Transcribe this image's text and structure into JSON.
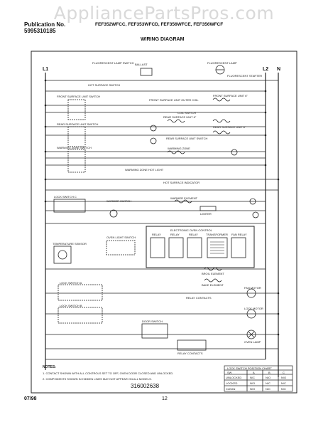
{
  "watermark": "AppliancePartsPros.com",
  "header": {
    "pub_label": "Publication No.",
    "pub_number": "5995310185",
    "models": "FEF352WFCC, FEF353WFCD, FEF356WFCE, FEF356WFCF",
    "title": "WIRING DIAGRAM"
  },
  "rails": {
    "l1": "L1",
    "l2": "L2",
    "n": "N"
  },
  "labels": {
    "fluor_lamp": "FLUORESCENT LAMP SWITCH",
    "ballast": "BALLAST",
    "fluor_starter": "FLUORESCENT LAMP",
    "fluor_tube": "FLUORESCENT STARTER",
    "hot_surface_switch": "HOT SURFACE SWITCH",
    "front_left_switch": "FRONT SURFACE UNIT SWITCH",
    "front_outer_coil": "FRONT SURFACE UNIT OUTER COIL",
    "front_unit_6": "FRONT SURFACE UNIT 6\"",
    "coil_switch": "COIL SWITCH",
    "rear_left_switch": "REAR SURFACE UNIT SWITCH",
    "rear_unit_6": "REAR SURFACE UNIT 6\"",
    "rear_unit_8": "REAR SURFACE UNIT 8\"",
    "rear_right_switch": "REAR SURFACE UNIT SWITCH",
    "warming_zone_switch": "WARMING ZONE SWITCH",
    "warming_zone": "WARMING ZONE",
    "warming_zone_hot": "WARMING ZONE HOT LIGHT",
    "hot_surface_indicator": "HOT SURFACE INDICATOR",
    "lock_switch_c": "LOCK SWITCH C",
    "warmer_switch": "WARMER SWITCH",
    "warmer_element": "WARMER ELEMENT",
    "limiter": "LIMITER",
    "oven_light": "OVEN LIGHT SWITCH",
    "electronic_control": "ELECTRONIC OVEN CONTROL",
    "relay_bake": "RELAY",
    "relay_broil": "RELAY",
    "relay_convect": "RELAY",
    "transformer": "TRANSFORMER",
    "fan_relay": "FAN RELAY",
    "temp_sensor": "TEMPERATURE SENSOR",
    "broil_element": "BROIL ELEMENT",
    "bake_element": "BAKE ELEMENT",
    "relay_contacts": "RELAY CONTACTS",
    "fan_motor": "FAN MOTOR",
    "lock_switch_a": "LOCK SWITCH A",
    "lock_switch_b": "LOCK SWITCH B",
    "door_switch": "DOOR SWITCH",
    "lock_motor": "LOCK MOTOR",
    "oven_lamp": "OVEN LAMP",
    "relay_contacts_2": "RELAY CONTACTS"
  },
  "notes": {
    "title": "NOTES:",
    "n1": "1. CONTACT SHOWN WITH ALL CONTROLS SET TO OFF, OVEN DOOR CLOSED AND UNLOCKED.",
    "n2": "2. COMPONENTS SHOWN IN HIDDEN LINES MAY NOT APPEAR ON ALL MODELS."
  },
  "switch_table": {
    "title": "LOCK SWITCH POSITION CHART",
    "headers": [
      "SW",
      "A",
      "B",
      "C"
    ],
    "rows": [
      [
        "UNLOCKED",
        "N/C",
        "N/O",
        "N/O"
      ],
      [
        "LOCKED",
        "N/O",
        "N/C",
        "N/C"
      ],
      [
        "CLEAN",
        "N/O",
        "N/C",
        "N/C"
      ]
    ]
  },
  "footer": {
    "part_number": "316002638",
    "date": "07/98",
    "page": "12"
  }
}
